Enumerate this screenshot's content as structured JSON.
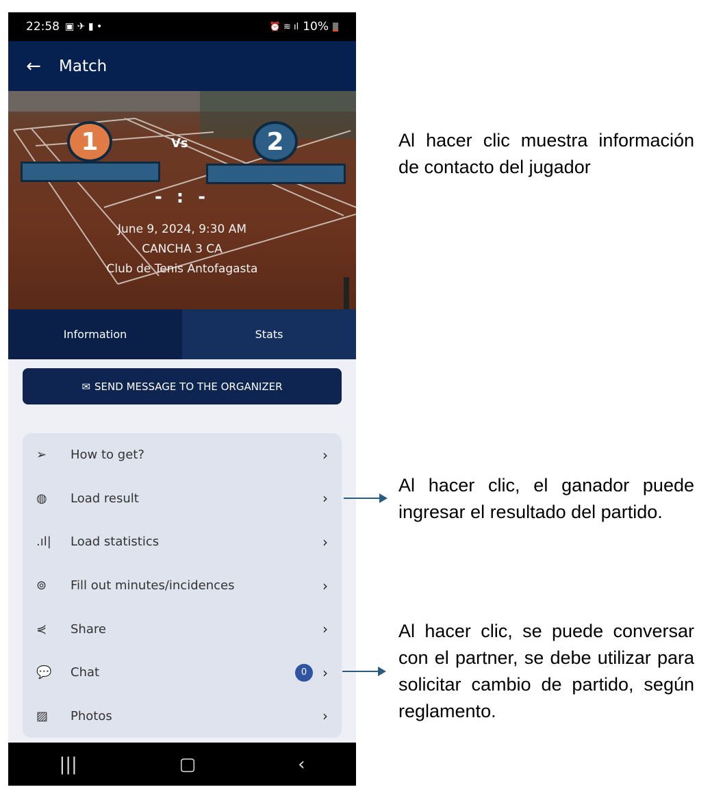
{
  "status_bar": {
    "time": "22:58",
    "battery": "10%"
  },
  "header": {
    "title": "Match"
  },
  "hero": {
    "player1_number": "1",
    "player2_number": "2",
    "vs": "Vs",
    "score": "- : -",
    "date": "June 9, 2024, 9:30 AM",
    "court": "CANCHA 3 CA",
    "club": "Club de Tenis Antofagasta",
    "colors": {
      "player1": "#e07b45",
      "player2": "#2d5f86"
    }
  },
  "tabs": [
    {
      "label": "Information"
    },
    {
      "label": "Stats"
    }
  ],
  "message_button": "SEND MESSAGE TO THE ORGANIZER",
  "menu": [
    {
      "label": "How to get?",
      "icon": "navigation-icon"
    },
    {
      "label": "Load result",
      "icon": "ball-icon"
    },
    {
      "label": "Load statistics",
      "icon": "bars-icon"
    },
    {
      "label": "Fill out minutes/incidences",
      "icon": "whistle-icon"
    },
    {
      "label": "Share",
      "icon": "share-icon"
    },
    {
      "label": "Chat",
      "icon": "chat-icon",
      "badge": "0"
    },
    {
      "label": "Photos",
      "icon": "image-icon"
    }
  ],
  "annotations": [
    "Al hacer clic muestra información de contacto del jugador",
    "Al hacer clic, el ganador puede ingresar el resultado del partido.",
    "Al hacer clic, se puede conversar con el partner, se debe utilizar para solicitar cambio de partido, según reglamento."
  ]
}
